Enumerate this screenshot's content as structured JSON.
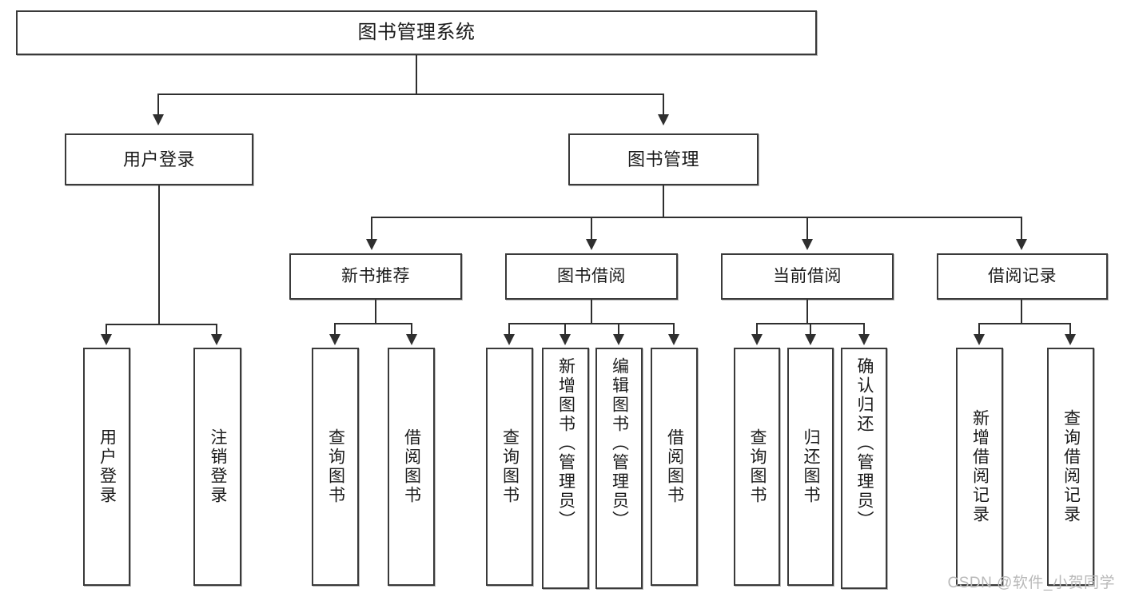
{
  "diagram": {
    "title": "图书管理系统",
    "root": {
      "label": "图书管理系统"
    },
    "level2": [
      {
        "label": "用户登录"
      },
      {
        "label": "图书管理"
      }
    ],
    "level3": [
      {
        "label": "新书推荐"
      },
      {
        "label": "图书借阅"
      },
      {
        "label": "当前借阅"
      },
      {
        "label": "借阅记录"
      }
    ],
    "leaves": {
      "user_login": [
        {
          "label": "用户登录"
        },
        {
          "label": "注销登录"
        }
      ],
      "new_book": [
        {
          "label": "查询图书"
        },
        {
          "label": "借阅图书"
        }
      ],
      "book_borrow": [
        {
          "label": "查询图书"
        },
        {
          "label": "新增图书（管理员）"
        },
        {
          "label": "编辑图书（管理员）"
        },
        {
          "label": "借阅图书"
        }
      ],
      "current_borrow": [
        {
          "label": "查询图书"
        },
        {
          "label": "归还图书"
        },
        {
          "label": "确认归还（管理员）"
        }
      ],
      "borrow_record": [
        {
          "label": "新增借阅记录"
        },
        {
          "label": "查询借阅记录"
        }
      ]
    }
  },
  "watermark": {
    "text": "CSDN @软件_小贺同学"
  },
  "colors": {
    "box_border": "#3a3a3a",
    "line": "#2f2f2f",
    "background": "#ffffff",
    "text": "#1b1b1b",
    "watermark": "#b9b9b9"
  }
}
